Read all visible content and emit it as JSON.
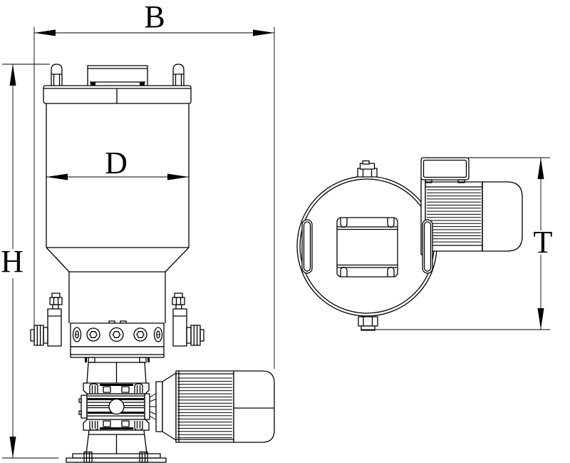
{
  "drawing": {
    "dimension_labels": {
      "b": "B",
      "h": "H",
      "d": "D",
      "t": "T"
    },
    "colors": {
      "line": "#000000",
      "background": "#ffffff"
    }
  }
}
